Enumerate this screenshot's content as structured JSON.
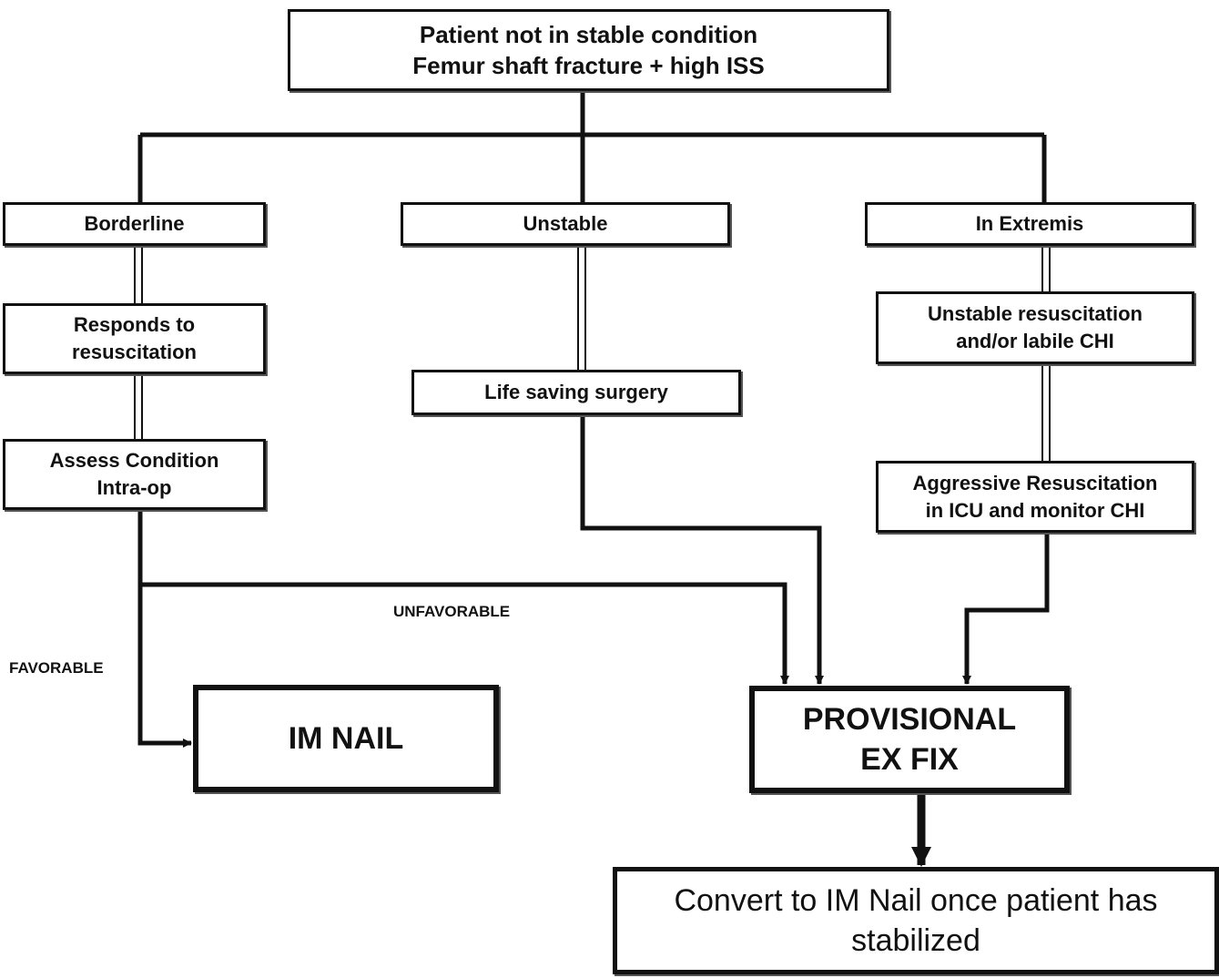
{
  "diagram": {
    "top": {
      "line1": "Patient not in stable condition",
      "line2": "Femur shaft fracture  + high ISS"
    },
    "borderline": "Borderline",
    "unstable": "Unstable",
    "extremis": "In Extremis",
    "responds": {
      "line1": "Responds to",
      "line2": "resuscitation"
    },
    "assess": {
      "line1": "Assess Condition",
      "line2": "Intra-op"
    },
    "life_saving": "Life saving surgery",
    "unstable_resus": {
      "line1": "Unstable resuscitation",
      "line2": "and/or labile CHI"
    },
    "aggressive": {
      "line1": "Aggressive Resuscitation",
      "line2": "in ICU and monitor CHI"
    },
    "unfavorable": "UNFAVORABLE",
    "favorable": "FAVORABLE",
    "im_nail": "IM NAIL",
    "provisional": {
      "line1": "PROVISIONAL",
      "line2": "EX FIX"
    },
    "convert": {
      "line1": "Convert to IM Nail once patient has",
      "line2": "stabilized"
    }
  }
}
